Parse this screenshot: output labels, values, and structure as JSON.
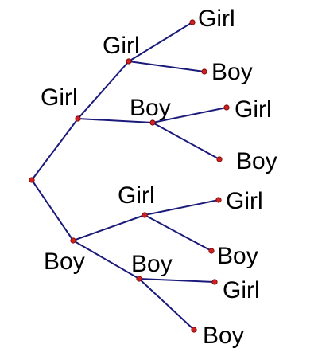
{
  "tree": {
    "colors": {
      "edge": "#1a1a7a",
      "node": "#cc2222",
      "text": "#000000"
    },
    "labels": {
      "l1_girl": "Girl",
      "l1_boy": "Boy",
      "l2_girl_girl": "Girl",
      "l2_girl_boy": "Boy",
      "l2_boy_girl": "Girl",
      "l2_boy_boy": "Boy",
      "l3_gg_girl": "Girl",
      "l3_gg_boy": "Boy",
      "l3_gb_girl": "Girl",
      "l3_gb_boy": "Boy",
      "l3_bg_girl": "Girl",
      "l3_bg_boy": "Boy",
      "l3_bb_girl": "Girl",
      "l3_bb_boy": "Boy"
    }
  }
}
